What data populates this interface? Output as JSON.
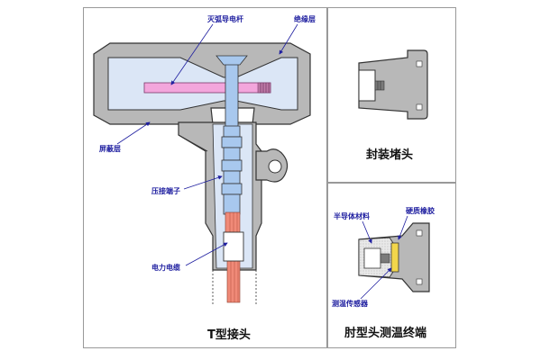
{
  "labels": {
    "arc_rod": "灭弧导电杆",
    "insulation": "绝缘层",
    "shield": "屏蔽层",
    "lug": "压接端子",
    "cable": "电力电缆",
    "semi_material": "半导体材料",
    "hard_rubber": "硬质橡胶",
    "temp_sensor": "测温传感器"
  },
  "captions": {
    "t_joint": "T型接头",
    "plug": "封装堵头",
    "elbow": "肘型头测温终端"
  },
  "colors": {
    "body_gray": "#b8b8b8",
    "body_dark": "#8c8c8c",
    "insulation_blue": "#dbe6f6",
    "pink_rod": "#f3a6dc",
    "conductor_blue": "#a8c8ee",
    "copper": "#f08a78",
    "sensor_yellow": "#f2d64b",
    "label_blue": "#1f1fa0"
  },
  "icons": [
    "arrow-icon"
  ]
}
